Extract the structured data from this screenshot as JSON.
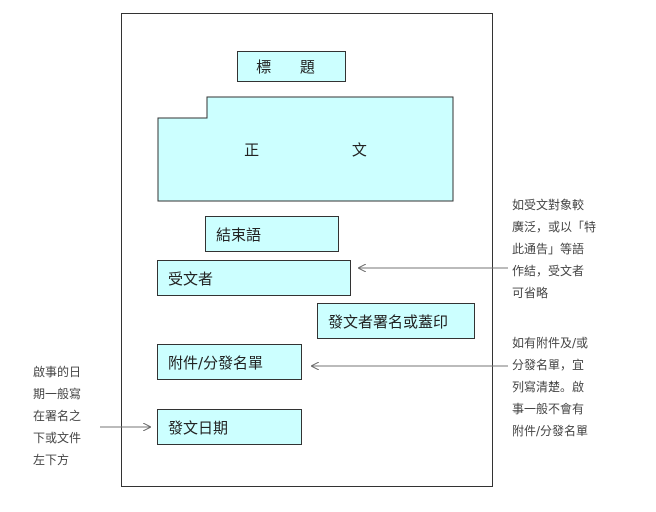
{
  "boxes": {
    "title": "標 題",
    "body": "正 文",
    "closing": "結束語",
    "recipient": "受文者",
    "signature": "發文者署名或蓋印",
    "attachments": "附件/分發名單",
    "date": "發文日期"
  },
  "notes": {
    "recipient_note": "如受文對象較\n廣泛，或以「特\n此通告」等語\n作結，受文者\n可省略",
    "attachment_note": "如有附件及/或\n分發名單，宜\n列寫清楚。啟\n事一般不會有\n附件/分發名單",
    "date_note": "啟事的日\n期一般寫\n在署名之\n下或文件\n左下方"
  },
  "colors": {
    "box_fill": "#ccffff",
    "border": "#333333",
    "arrow": "#777777"
  }
}
